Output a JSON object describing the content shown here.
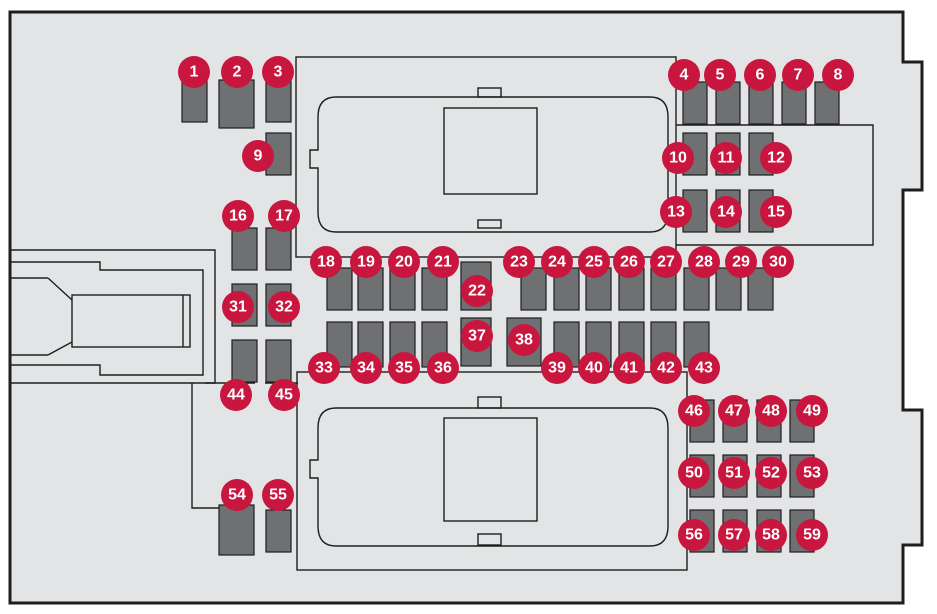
{
  "colors": {
    "background": "#e2e4e6",
    "outline": "#1e1e1e",
    "fuse_fill": "#6e7072",
    "badge_fill": "#c8163e",
    "badge_text": "#ffffff"
  },
  "fuse_labels": [
    "1",
    "2",
    "3",
    "4",
    "5",
    "6",
    "7",
    "8",
    "9",
    "10",
    "11",
    "12",
    "13",
    "14",
    "15",
    "16",
    "17",
    "18",
    "19",
    "20",
    "21",
    "22",
    "23",
    "24",
    "25",
    "26",
    "27",
    "28",
    "29",
    "30",
    "31",
    "32",
    "33",
    "34",
    "35",
    "36",
    "37",
    "38",
    "39",
    "40",
    "41",
    "42",
    "43",
    "44",
    "45",
    "46",
    "47",
    "48",
    "49",
    "50",
    "51",
    "52",
    "53",
    "54",
    "55",
    "56",
    "57",
    "58",
    "59"
  ]
}
